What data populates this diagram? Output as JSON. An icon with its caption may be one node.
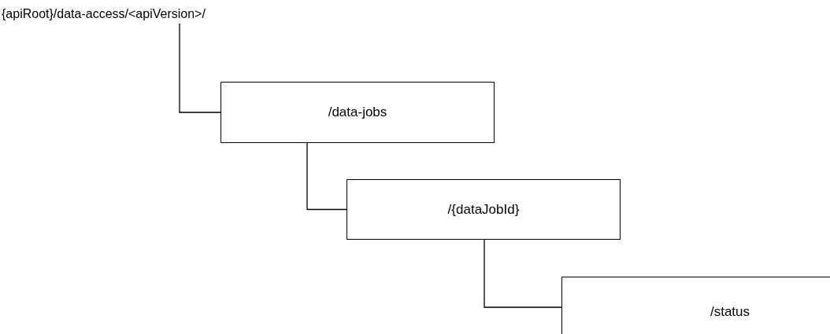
{
  "diagram": {
    "nodes": [
      {
        "text": [
          "{apiRoot}/data-access/<apiVersion>/"
        ]
      },
      {
        "text": [
          "/data-jobs"
        ]
      },
      {
        "text": [
          "/{dataJobId}"
        ]
      },
      {
        "text": [
          "/status"
        ]
      }
    ],
    "edges": [
      {
        "from": 0,
        "to": 1,
        "arrow": "none"
      },
      {
        "from": 1,
        "to": 2,
        "arrow": "none"
      },
      {
        "from": 2,
        "to": 3,
        "arrow": "none"
      }
    ]
  }
}
